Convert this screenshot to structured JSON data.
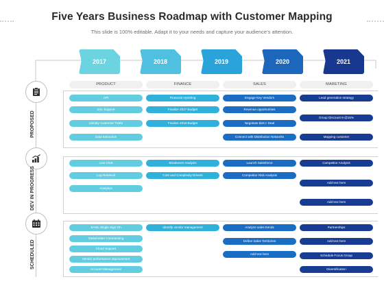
{
  "header": {
    "title": "Five Years Business Roadmap with Customer Mapping",
    "subtitle": "This slide is 100% editable. Adapt it to your needs and capture your audience’s attention."
  },
  "colors": {
    "year_1": "#6cd3e0",
    "year_2": "#4fc0df",
    "year_3": "#2aa3da",
    "year_4": "#1c66bb",
    "year_5": "#17388e",
    "product": "#62cde0",
    "finance": "#2fb1dc",
    "sales": "#1a6dc2",
    "marketing": "#183c92"
  },
  "timeline": {
    "years": [
      "2017",
      "2018",
      "2019",
      "2020",
      "2021"
    ]
  },
  "columns": [
    "PRODUCT",
    "FINANCE",
    "SALES",
    "MARETING"
  ],
  "sections": [
    {
      "label": "PROPOSED",
      "icon": "clipboard-icon",
      "product": [
        "API",
        "SSL Support",
        "Identity Customer Tickle",
        "Data Extraction"
      ],
      "finance": [
        "Financial reporting",
        "Finalize 2017 Budget",
        "Finalize 2018 Budget"
      ],
      "sales": [
        "Engage Key Vendors",
        "Revenue opportunities",
        "Negotiate $2m+ Deal",
        "Connect with Distribution Networks"
      ],
      "marketing": [
        "Lead generation strategy",
        "Group Discount 6-@15%",
        "Mapping customer"
      ]
    },
    {
      "label": "DEV IN PROGRESS",
      "icon": "bar-chart-icon",
      "product": [
        "Live Chat",
        "Log Retrieval",
        "Analytics"
      ],
      "finance": [
        "Breakeven Analysis",
        "Cost and Complexity Drivers"
      ],
      "sales": [
        "Launch Salesforce",
        "Competitor Risk Analysis"
      ],
      "marketing": [
        "Competitor Analysis",
        "Add text here",
        "Add text here"
      ]
    },
    {
      "label": "SCHEDULED",
      "icon": "calendar-icon",
      "product": [
        "SAML Single Sign On",
        "Stakeholder Commenting",
        "Cloud Support",
        "Vendor performance improvement",
        "Account Management"
      ],
      "finance": [
        "Identify vendor management"
      ],
      "sales": [
        "Analyze sales trends",
        "Define Sales Territories",
        "Add text here"
      ],
      "marketing": [
        "Partnerships",
        "Add text here",
        "Schedule Focus Group",
        "Diversification"
      ]
    }
  ]
}
